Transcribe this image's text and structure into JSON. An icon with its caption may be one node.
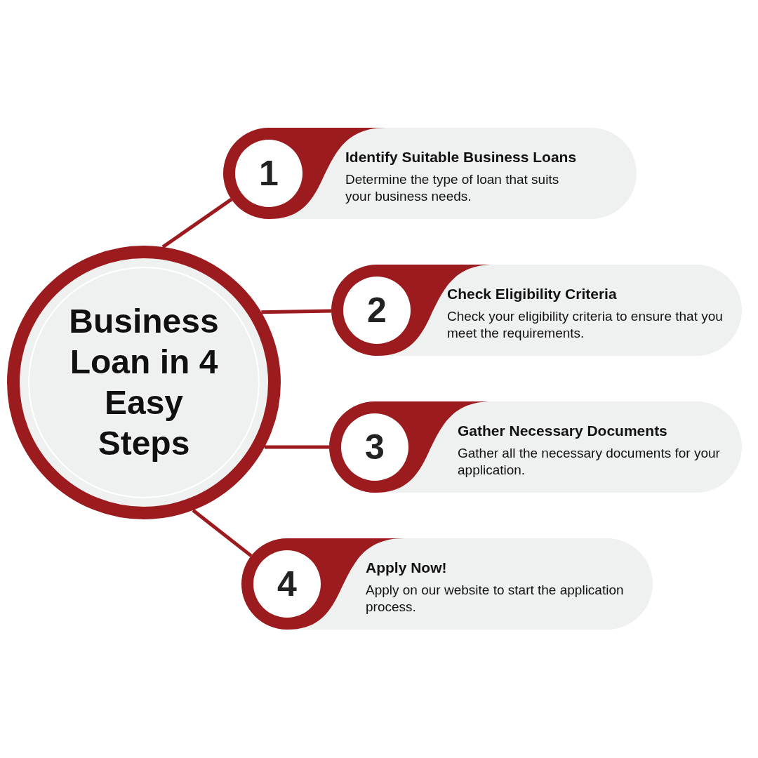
{
  "diagram": {
    "nodes": [
      {
        "text": [
          "Business Loan in 4 Easy Steps"
        ]
      },
      {
        "text": [
          "Identify Suitable Business Loans",
          "Determine the type of loan that suits your business needs."
        ]
      },
      {
        "text": [
          "1"
        ],
        "in": 1
      },
      {
        "text": [
          "Check Eligibility Criteria",
          "Check your eligibility criteria to ensure that you meet the requirements."
        ]
      },
      {
        "text": [
          "2"
        ],
        "in": 3
      },
      {
        "text": [
          "Gather Necessary Documents",
          "Gather all the necessary documents for your application."
        ]
      },
      {
        "text": [
          "3"
        ],
        "in": 5
      },
      {
        "text": [
          "Apply Now!",
          "Apply on our website to start the application process."
        ]
      },
      {
        "text": [
          "4"
        ],
        "in": 7
      }
    ],
    "edges": [
      {
        "from": 0,
        "to": 2,
        "arrow": "none"
      },
      {
        "from": 0,
        "to": 4,
        "arrow": "none"
      },
      {
        "from": 0,
        "to": 6,
        "arrow": "none"
      },
      {
        "from": 0,
        "to": 8,
        "arrow": "none"
      }
    ]
  }
}
